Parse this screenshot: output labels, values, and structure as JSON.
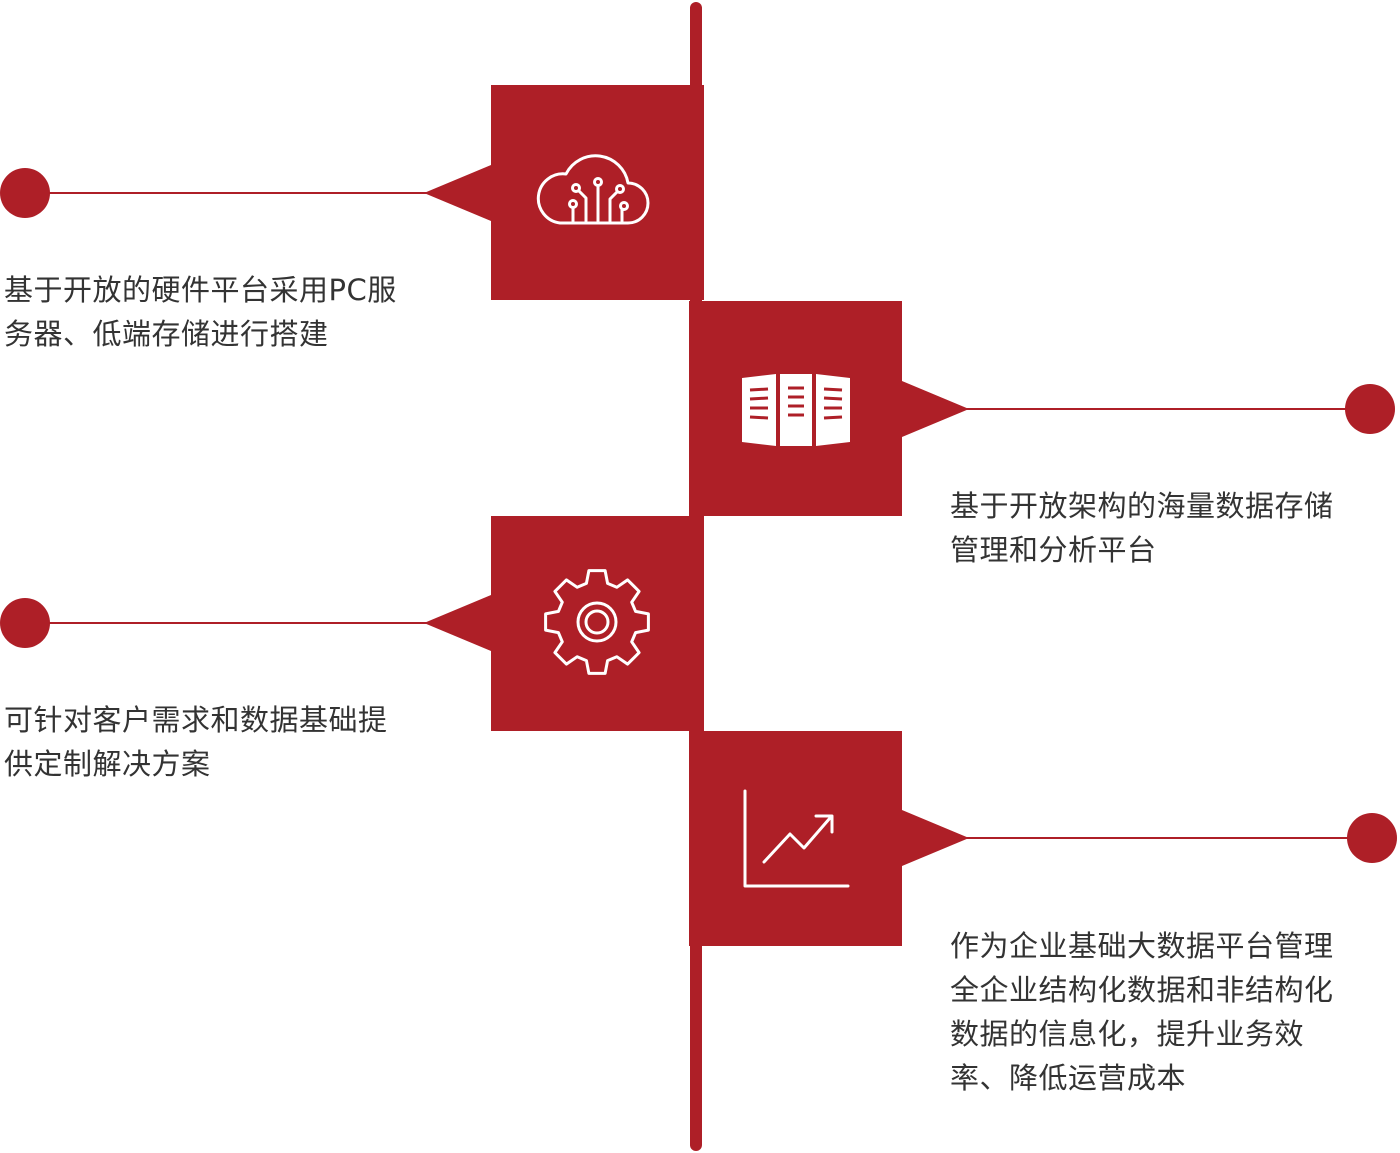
{
  "colors": {
    "accent": "#AE1F27",
    "icon": "#FFFFFF",
    "text": "#333333"
  },
  "items": [
    {
      "icon": "cloud-circuit-icon",
      "lines": [
        "基于开放的硬件平台采用PC服",
        "务器、低端存储进行搭建"
      ]
    },
    {
      "icon": "server-rack-icon",
      "lines": [
        "基于开放架构的海量数据存储",
        "管理和分析平台"
      ]
    },
    {
      "icon": "gear-icon",
      "lines": [
        "可针对客户需求和数据基础提",
        "供定制解决方案"
      ]
    },
    {
      "icon": "trend-chart-icon",
      "lines": [
        "作为企业基础大数据平台管理",
        "全企业结构化数据和非结构化",
        "数据的信息化，提升业务效",
        "率、降低运营成本"
      ]
    }
  ]
}
